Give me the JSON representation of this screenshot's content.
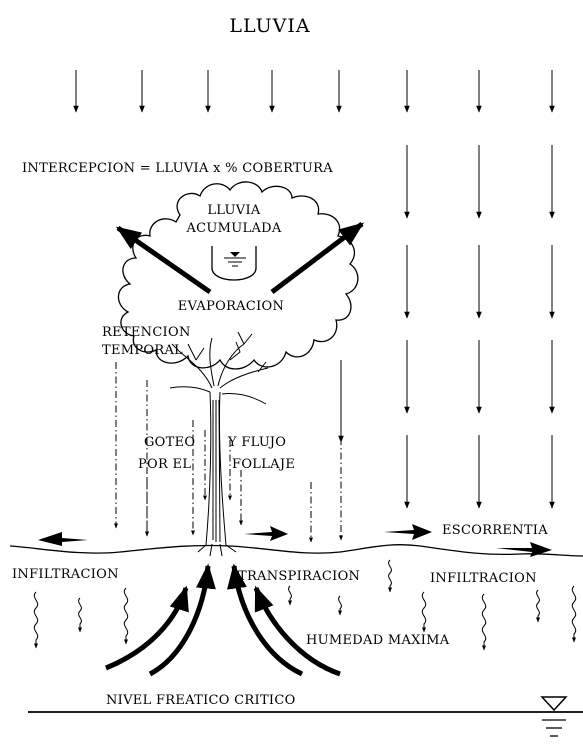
{
  "diagram": {
    "title": "LLUVIA",
    "interception_formula": "INTERCEPCION = LLUVIA x % COBERTURA",
    "accumulated_rain": [
      "LLUVIA",
      "ACUMULADA"
    ],
    "evaporation": "EVAPORACION",
    "temporary_retention": [
      "RETENCION",
      "TEMPORAL"
    ],
    "dripping": [
      "GOTEO",
      "POR EL"
    ],
    "foliage_flow": [
      "Y FLUJO",
      "FOLLAJE"
    ],
    "runoff": "ESCORRENTIA",
    "infiltration_left": "INFILTRACION",
    "transpiration": "TRANSPIRACION",
    "infiltration_right": "INFILTRACION",
    "max_humidity": "HUMEDAD MAXIMA",
    "water_table": "NIVEL FREATICO CRITICO"
  }
}
